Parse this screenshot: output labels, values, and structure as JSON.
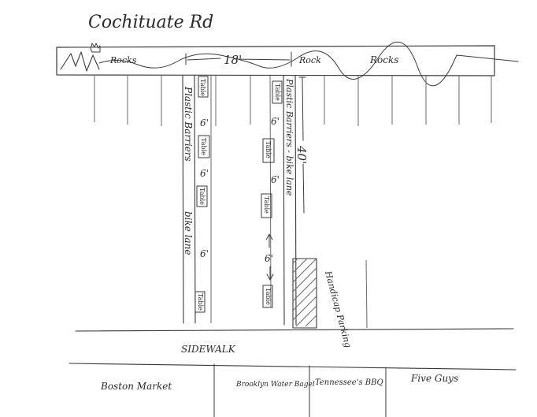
{
  "title": "Cochituate Rd",
  "rocks_strip": {
    "labels": [
      "Rocks",
      "Rock",
      "Rocks"
    ],
    "width_label": "18'"
  },
  "left_column": {
    "side_label": "Plastic Barriers",
    "side_label_2": "bike lane",
    "tables": [
      "Table",
      "Table",
      "Table",
      "Table"
    ],
    "gaps": [
      "6'",
      "6'",
      "6'"
    ]
  },
  "right_column": {
    "side_label": "Plastic Barriers - bike lane",
    "tables": [
      "Table",
      "Table",
      "Table",
      "Table"
    ],
    "gaps": [
      "6'",
      "6'",
      "6'"
    ],
    "length_label": "40'"
  },
  "handicap": {
    "label": "Handicap Parking"
  },
  "sidewalk": {
    "label": "SIDEWALK"
  },
  "stores": [
    "Boston Market",
    "Brooklyn Water Bagel",
    "Tennessee's BBQ",
    "Five Guys"
  ]
}
